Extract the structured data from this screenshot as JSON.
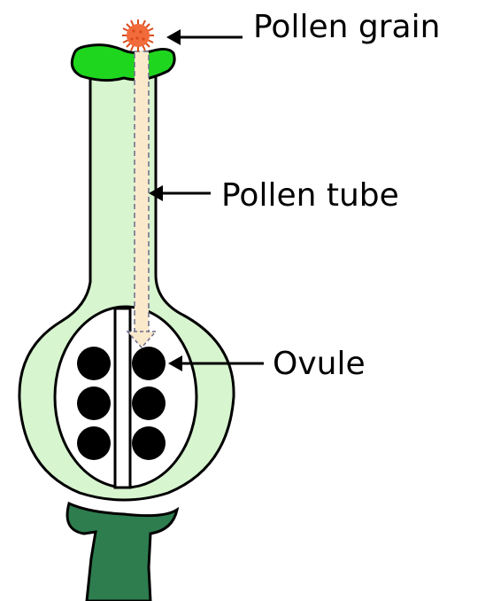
{
  "labels": {
    "pollen_grain": "Pollen grain",
    "pollen_tube": "Pollen tube",
    "ovule": "Ovule"
  },
  "colors": {
    "style_fill": "#d7f5cf",
    "stigma_fill": "#1fd61f",
    "ovary_fill": "#d7f5cf",
    "ovule_chamber_fill": "#ffffff",
    "ovule_fill": "#000000",
    "pedicel_fill": "#2e7d4f",
    "pollen_fill": "#f26b3a",
    "tube_fill": "#fbe9cc",
    "outline": "#000000"
  },
  "icons": {
    "pollen_grain": "spiky-sphere",
    "pollen_tube": "dashed-arrow",
    "ovules": "black-circles"
  },
  "ovule_count": 6
}
